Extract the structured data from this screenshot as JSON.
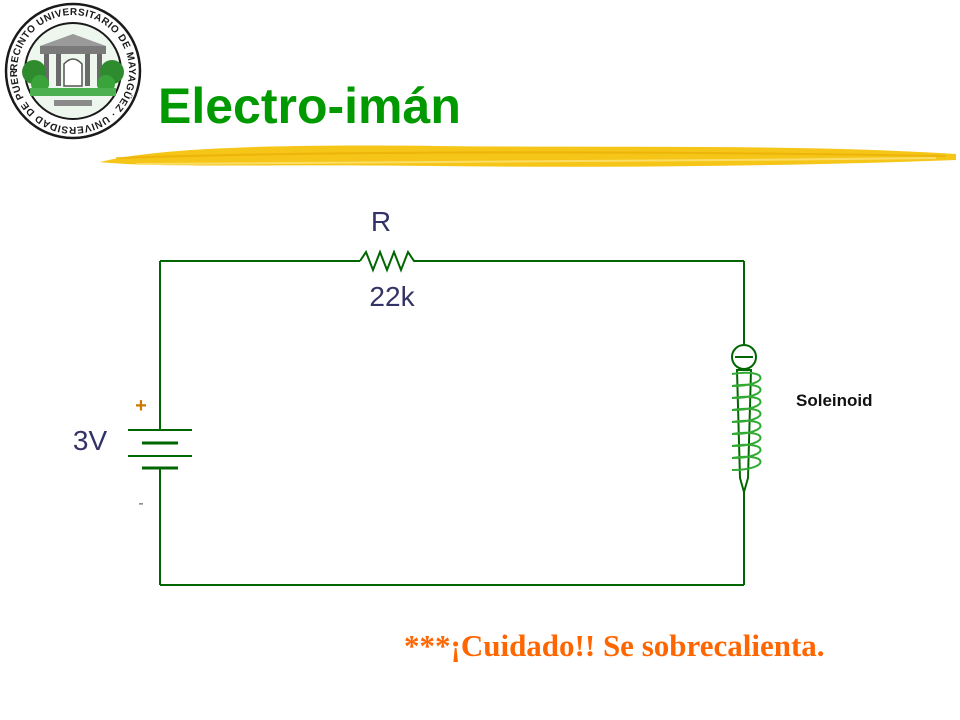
{
  "slide": {
    "title": "Electro-imán",
    "warning": "***¡Cuidado!!  Se sobrecalienta."
  },
  "logo": {
    "seal_text": "RECINTO UNIVERSITARIO DE MAYAGÜEZ · UNIVERSIDAD DE PUERTO RICO ·"
  },
  "circuit": {
    "resistor": {
      "name": "R",
      "value": "22k"
    },
    "battery": {
      "voltage": "3V",
      "positive": "+",
      "negative": "-"
    },
    "solenoid": {
      "label": "Soleinoid"
    }
  },
  "colors": {
    "title": "#009900",
    "warning": "#ff6600",
    "wire": "#006600",
    "underline": "#f5c518",
    "coil": "#33aa33",
    "battery_plus": "#cc7700"
  }
}
